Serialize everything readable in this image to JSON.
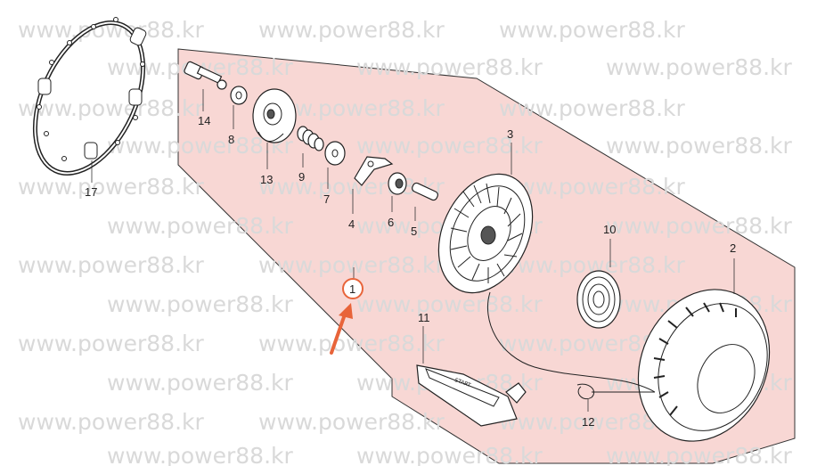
{
  "diagram": {
    "highlight_color": "#f8d7d4",
    "accent_color": "#e8643a",
    "watermark": "www.power88.kr",
    "selected_part": "1",
    "callouts": {
      "p1": "1",
      "p2": "2",
      "p3": "3",
      "p4": "4",
      "p5": "5",
      "p6": "6",
      "p7": "7",
      "p8": "8",
      "p9": "9",
      "p10": "10",
      "p11": "11",
      "p12": "12",
      "p13": "13",
      "p14": "14",
      "p17": "17"
    },
    "rope_handle_text": "START"
  }
}
